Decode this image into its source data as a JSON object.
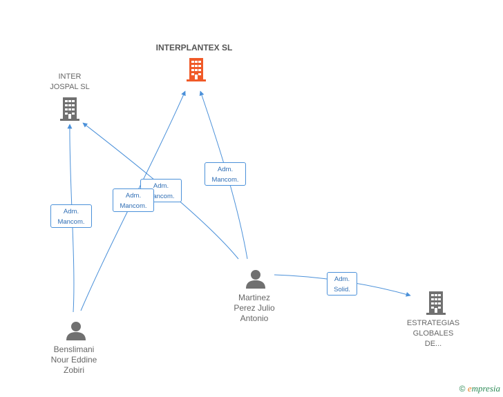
{
  "nodes": {
    "interplantex": {
      "name": "INTERPLANTEX SL"
    },
    "inter_jospal": {
      "name_lines": [
        "INTER",
        "JOSPAL SL"
      ]
    },
    "estrategias": {
      "name_lines": [
        "ESTRATEGIAS",
        "GLOBALES",
        "DE..."
      ]
    },
    "martinez": {
      "name_lines": [
        "Martinez",
        "Perez Julio",
        "Antonio"
      ]
    },
    "benslimani": {
      "name_lines": [
        "Benslimani",
        "Nour Eddine",
        "Zobiri"
      ]
    }
  },
  "edges": {
    "benslimani_jospal": {
      "lines": [
        "Adm.",
        "Mancom."
      ]
    },
    "benslimani_interplantex": {
      "lines": [
        "Adm.",
        "Mancom."
      ]
    },
    "martinez_jospal": {
      "lines": [
        "Adm.",
        "Mancom."
      ]
    },
    "martinez_interplantex": {
      "lines": [
        "Adm.",
        "Mancom."
      ]
    },
    "martinez_estrategias": {
      "lines": [
        "Adm.",
        "Solid."
      ]
    }
  },
  "colors": {
    "highlight_company": "#f05a28",
    "company": "#707070",
    "person": "#707070",
    "edge": "#4a90d9"
  },
  "footer": {
    "copyright": "©",
    "brand_initial": "e",
    "brand_rest": "mpresia"
  }
}
